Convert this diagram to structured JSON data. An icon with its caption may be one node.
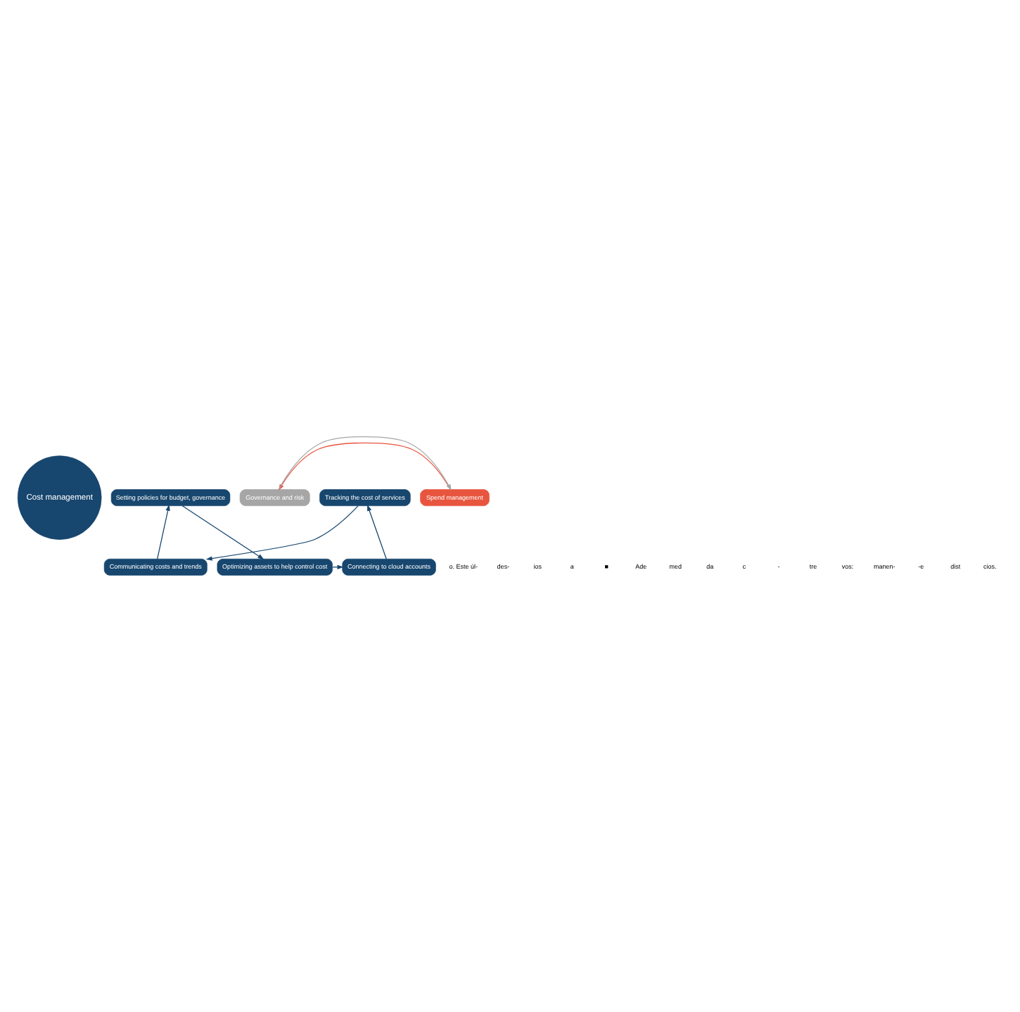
{
  "diagram": {
    "nodes": [
      {
        "text": [
          "Cost management"
        ]
      },
      {
        "text": [
          "Optimizing assets to help control cost"
        ]
      },
      {
        "text": [
          "Connecting to cloud accounts"
        ]
      },
      {
        "text": [
          "Tracking the cost of services"
        ]
      },
      {
        "text": [
          "Communicating costs and trends"
        ]
      },
      {
        "text": [
          "Setting policies for budget, governance"
        ]
      },
      {
        "text": [
          "Spend management"
        ]
      },
      {
        "text": [
          "Governance and risk"
        ]
      }
    ],
    "edges": [
      {
        "from": 1,
        "to": 2,
        "arrow": "to"
      },
      {
        "from": 2,
        "to": 3,
        "arrow": "to"
      },
      {
        "from": 3,
        "to": 4,
        "arrow": "to"
      },
      {
        "from": 4,
        "to": 5,
        "arrow": "to"
      },
      {
        "from": 5,
        "to": 1,
        "arrow": "to"
      },
      {
        "from": 6,
        "to": 7,
        "arrow": "to",
        "color": "#e8553e"
      },
      {
        "from": 7,
        "to": 6,
        "arrow": "to",
        "color": "#a6a6a6"
      }
    ],
    "labels": [
      "o. Este úl-",
      "des-",
      "ios",
      "a",
      "■",
      "Ade",
      "med",
      "da",
      "c",
      "-",
      "tre",
      "vos:",
      "manen-",
      "-e",
      "dist",
      "cios."
    ]
  }
}
